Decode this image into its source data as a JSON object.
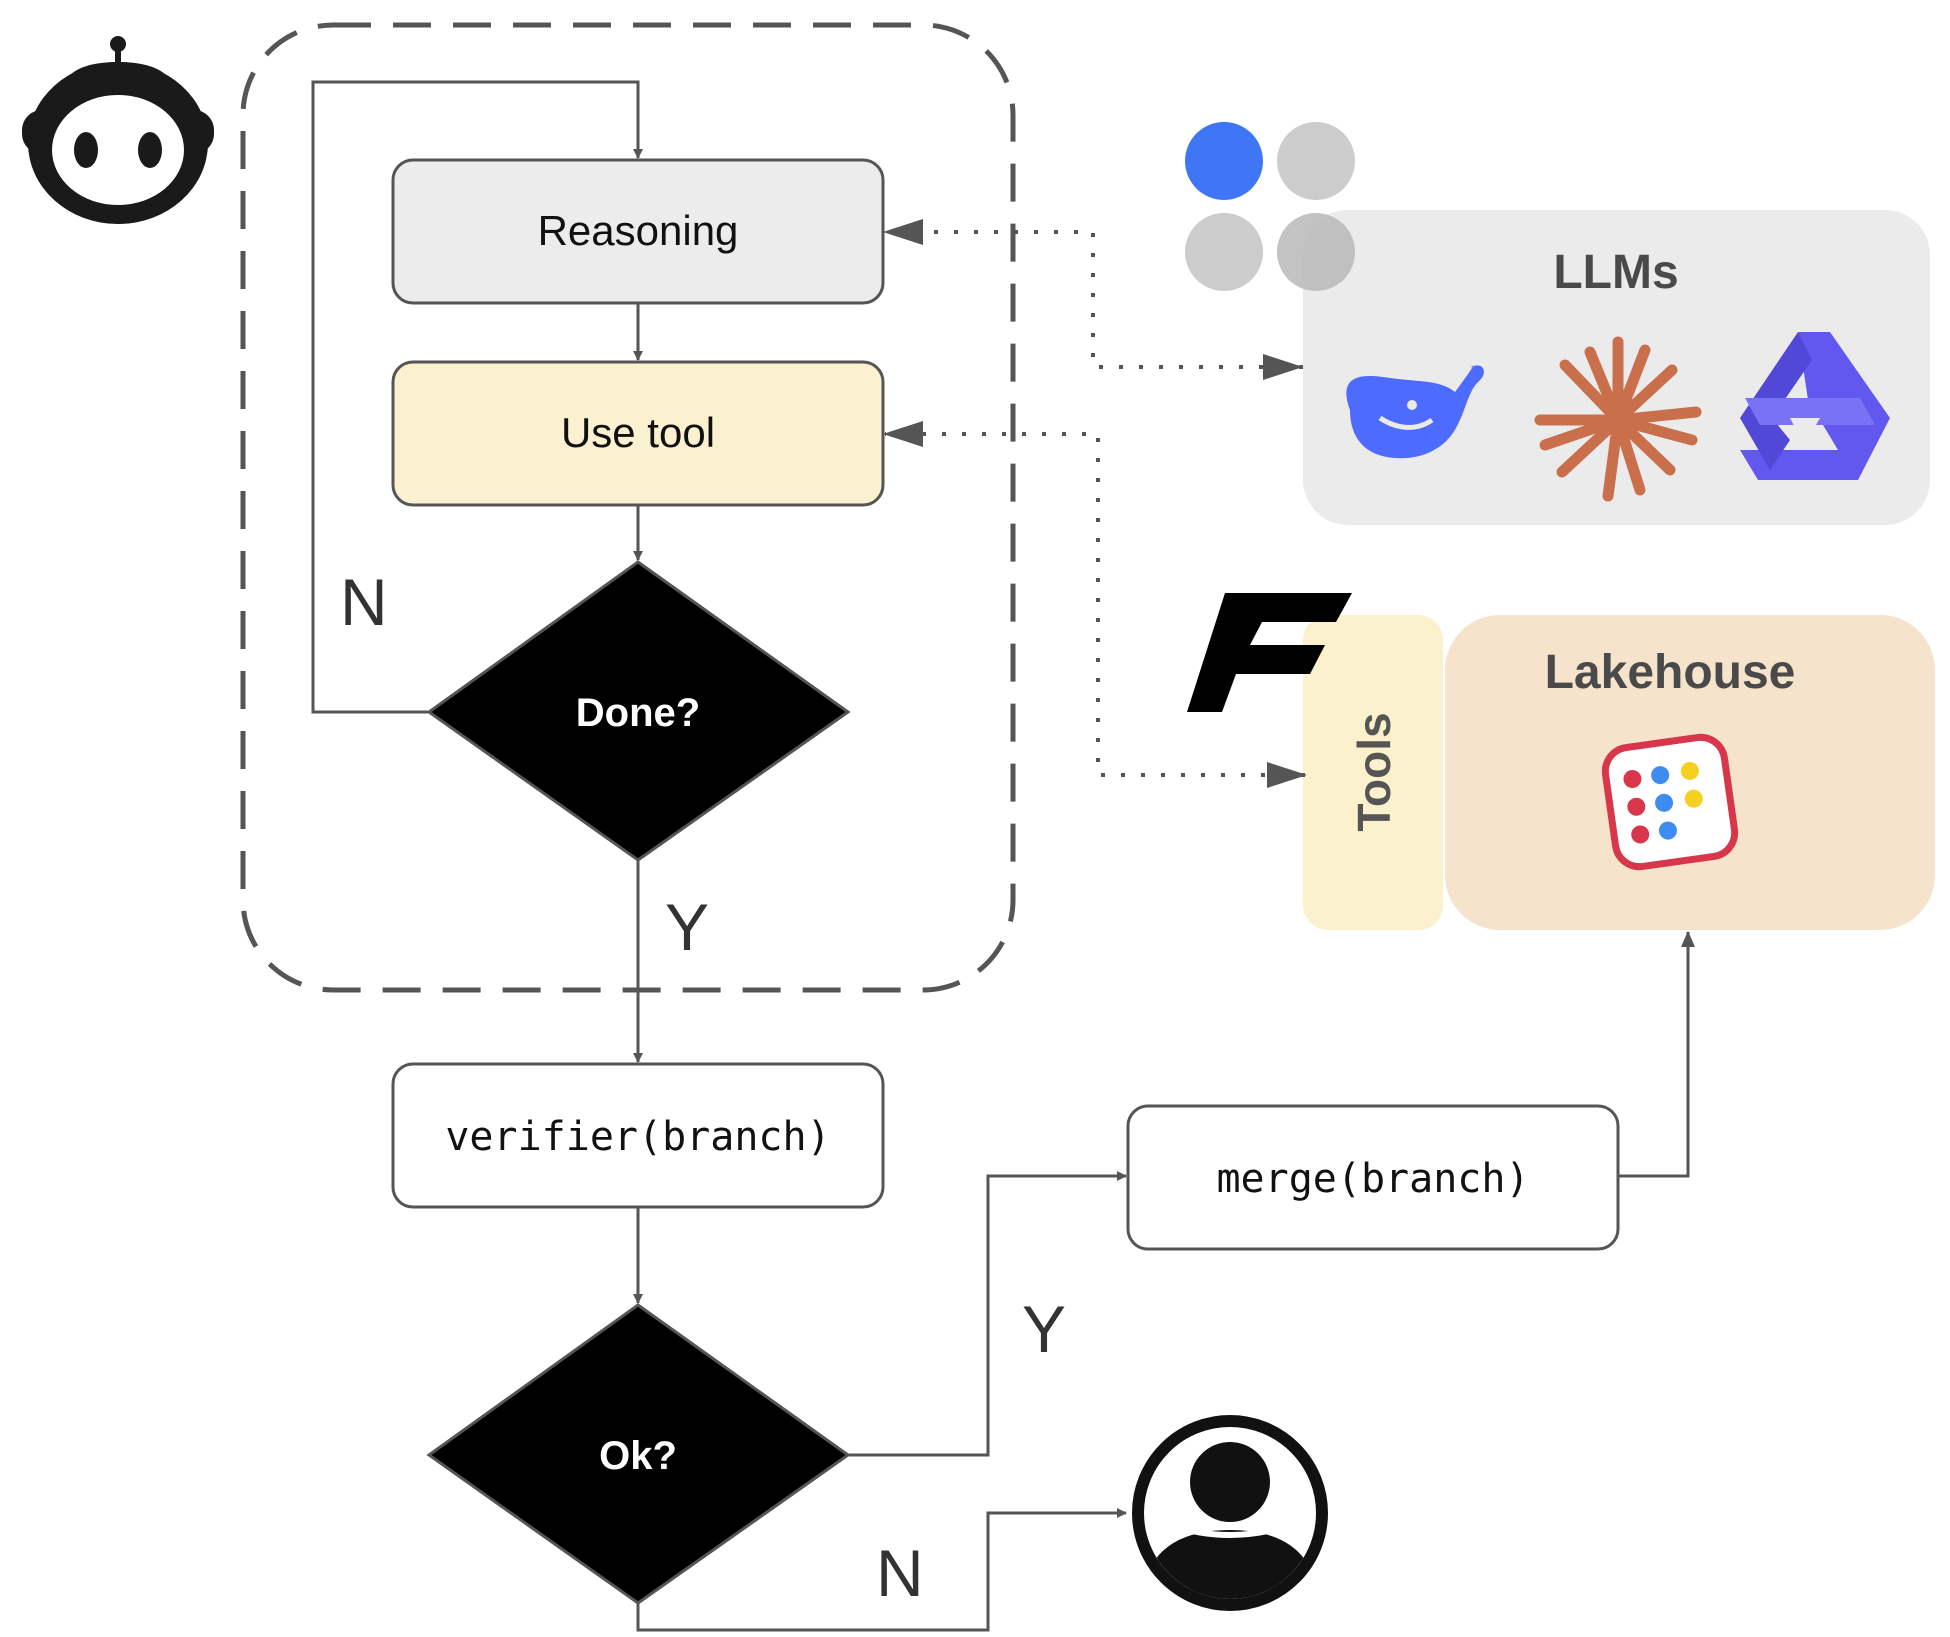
{
  "flow": {
    "reasoning_label": "Reasoning",
    "use_tool_label": "Use tool",
    "done_label": "Done?",
    "no_label_loop": "N",
    "yes_label_done": "Y",
    "verifier_label": "verifier(branch)",
    "ok_label": "Ok?",
    "yes_label_ok": "Y",
    "no_label_ok": "N",
    "merge_label": "merge(branch)"
  },
  "panels": {
    "llms_title": "LLMs",
    "tools_label": "Tools",
    "lakehouse_title": "Lakehouse"
  },
  "icons": {
    "agent": "robot-icon",
    "user": "user-avatar-icon",
    "llm_provider_grid": "four-dots-logo-icon",
    "deepseek": "deepseek-whale-icon",
    "claude": "claude-starburst-icon",
    "qwen": "qwen-hexagon-icon",
    "tools_brand": "f-logo-icon",
    "lakehouse_brand": "dotted-tile-logo-icon"
  },
  "colors": {
    "reasoning_fill": "#ececec",
    "use_tool_fill": "#fbf0cf",
    "llms_panel": "#ebebeb",
    "tools_panel": "#fcf1cd",
    "lakehouse_panel": "#f5e3cb",
    "stroke": "#555555",
    "deepseek_blue": "#4d6bfe",
    "claude_orange": "#c96f4c",
    "qwen_purple": "#6258f0",
    "google_blue": "#3f76f6"
  }
}
